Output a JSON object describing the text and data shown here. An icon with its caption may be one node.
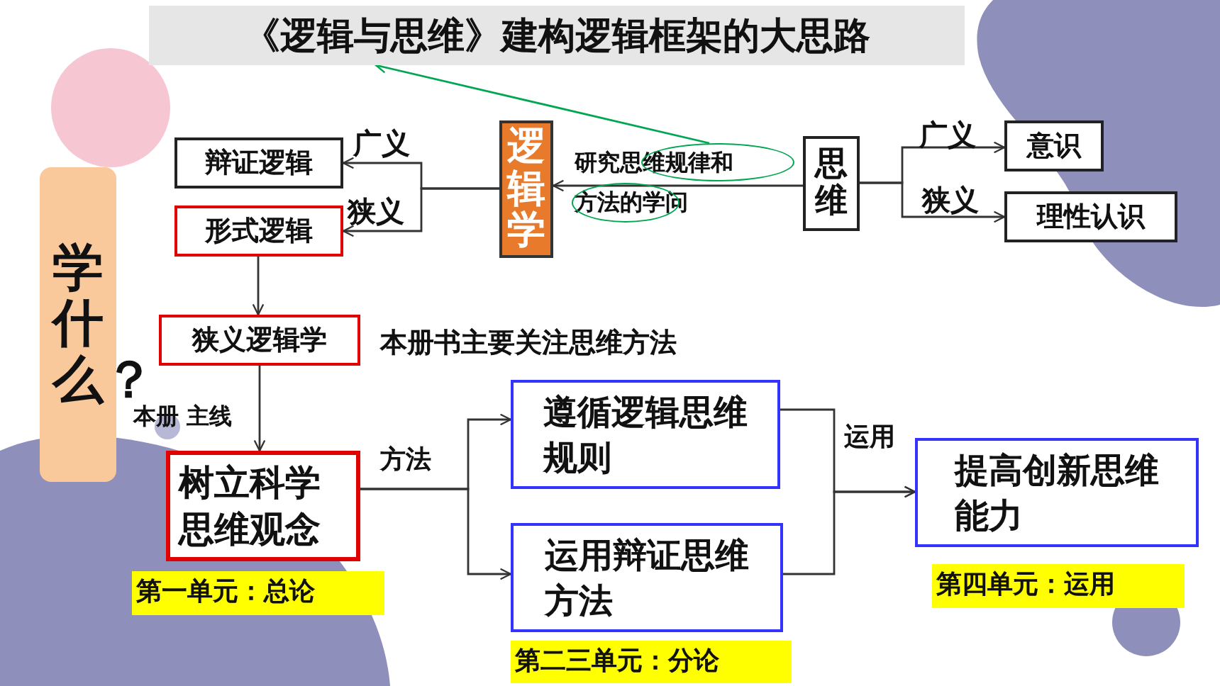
{
  "diagram": {
    "nodes": [
      {
        "text": [
          "《逻辑与思维》建构逻辑框架的大思路"
        ]
      },
      {
        "text": [
          "学什么？"
        ]
      },
      {
        "text": [
          "辩证逻辑"
        ]
      },
      {
        "text": [
          "形式逻辑"
        ]
      },
      {
        "text": [
          "逻辑学"
        ]
      },
      {
        "text": [
          "思维"
        ]
      },
      {
        "text": [
          "意识"
        ]
      },
      {
        "text": [
          "理性认识"
        ]
      },
      {
        "text": [
          "狭义逻辑学"
        ]
      },
      {
        "text": [
          "树立科学思维观念"
        ],
        "beside": [
          "第一单元：总论"
        ]
      },
      {
        "text": [
          "遵循逻辑思维规则"
        ]
      },
      {
        "text": [
          "运用辩证思维方法"
        ],
        "beside": [
          "第二三单元：分论"
        ]
      },
      {
        "text": [
          "提高创新思维能力"
        ],
        "beside": [
          "第四单元：运用"
        ]
      },
      {
        "text": [],
        "shape": "ellipse"
      },
      {
        "text": [],
        "shape": "ellipse"
      }
    ],
    "edges": [
      {
        "from": 4,
        "to": 2,
        "arrow": "to",
        "label": "广义"
      },
      {
        "from": 4,
        "to": 3,
        "arrow": "to",
        "label": "狭义"
      },
      {
        "from": 5,
        "to": 4,
        "arrow": "to",
        "label": "研究思维规律和方法的学问"
      },
      {
        "from": 5,
        "to": 6,
        "arrow": "to",
        "label": "广义"
      },
      {
        "from": 5,
        "to": 7,
        "arrow": "to",
        "label": "狭义"
      },
      {
        "from": 3,
        "to": 8,
        "arrow": "to"
      },
      {
        "from": 8,
        "to": 9,
        "arrow": "to",
        "label": "本册 主线"
      },
      {
        "from": 9,
        "to": 10,
        "arrow": "to",
        "label": "方法"
      },
      {
        "from": 9,
        "to": 11,
        "arrow": "to"
      },
      {
        "from": 10,
        "to": 12,
        "arrow": "to",
        "label": "运用"
      },
      {
        "from": 11,
        "to": 12,
        "arrow": "to"
      },
      {
        "from": 13,
        "to": 0,
        "arrow": "to",
        "color": "#00a651"
      }
    ],
    "labels": [
      "本册书主要关注思维方法"
    ]
  }
}
